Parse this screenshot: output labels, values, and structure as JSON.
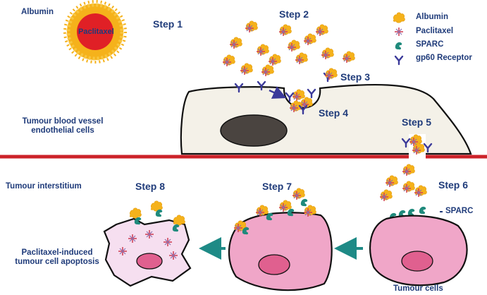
{
  "nanoparticle": {
    "shell_label": "Albumin",
    "core_label": "Paclitaxel"
  },
  "steps": [
    "Step 1",
    "Step 2",
    "Step 3",
    "Step 4",
    "Step 5",
    "Step 6",
    "Step 7",
    "Step 8"
  ],
  "legend": {
    "items": [
      {
        "icon": "albumin-icon",
        "label": "Albumin"
      },
      {
        "icon": "paclitaxel-icon",
        "label": "Paclitaxel"
      },
      {
        "icon": "sparc-icon",
        "label": "SPARC"
      },
      {
        "icon": "gp60-receptor-icon",
        "label": "gp60 Receptor"
      }
    ]
  },
  "regions": {
    "endothelial": [
      "Tumour blood vessel",
      "endothelial cells"
    ],
    "interstitium": "Tumour interstitium",
    "apoptosis": [
      "Paclitaxel-induced",
      "tumour cell apoptosis"
    ],
    "tumour_cells": "Tumour cells"
  },
  "sparc_label": "SPARC",
  "colors": {
    "albumin": "#f5b21b",
    "paclitaxel": "#d0455a",
    "sparc": "#1f8a7c",
    "receptor": "#3b3a9a",
    "vessel_line": "#cc2229",
    "endothelial_fill": "#f4f1e8",
    "nucleus": "#4a4440",
    "tumour_cell": "#f0a6c8",
    "tumour_nucleus": "#e0608f",
    "apoptotic_cell": "#f6dff0",
    "arrow": "#1e8a86",
    "text": "#1f3b7a"
  }
}
